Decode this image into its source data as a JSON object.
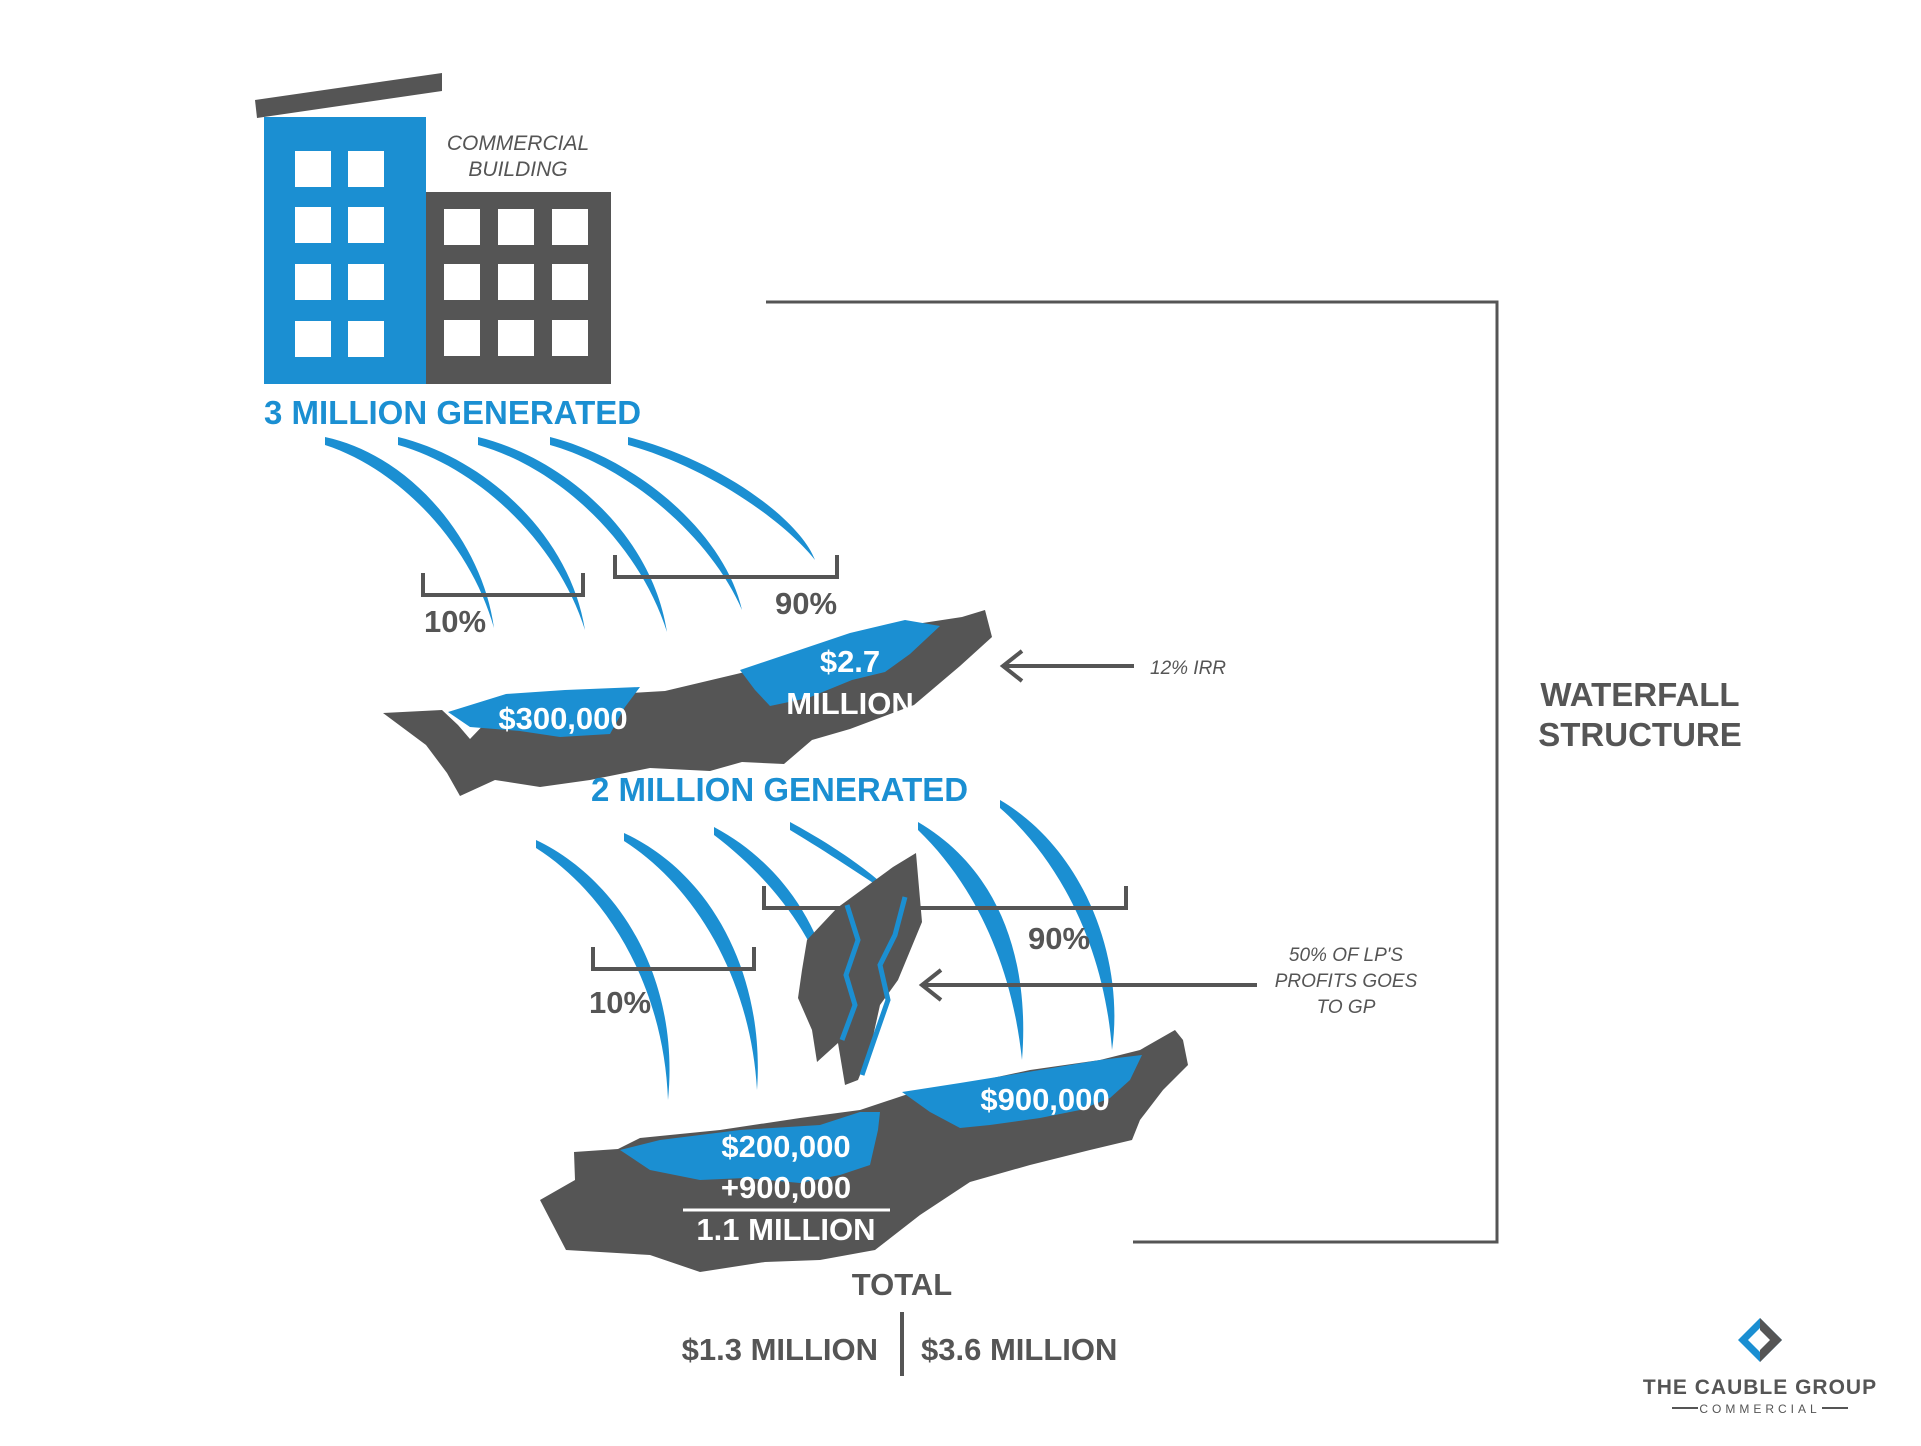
{
  "building": {
    "label_line1": "COMMERCIAL",
    "label_line2": "BUILDING"
  },
  "tier1": {
    "generated": "3 MILLION GENERATED",
    "split_left": "10%",
    "split_right": "90%",
    "pool_left": "$300,000",
    "pool_right_line1": "$2.7",
    "pool_right_line2": "MILLION",
    "hurdle_note": "12% IRR"
  },
  "tier2": {
    "generated": "2 MILLION GENERATED",
    "split_left": "10%",
    "split_right": "90%",
    "promote_note_line1": "50% OF LP'S",
    "promote_note_line2": "PROFITS GOES",
    "promote_note_line3": "TO GP",
    "pool_right": "$900,000",
    "pool_left_line1": "$200,000",
    "pool_left_line2": "+900,000",
    "pool_left_line3": "1.1 MILLION"
  },
  "structure_label_line1": "WATERFALL",
  "structure_label_line2": "STRUCTURE",
  "totals": {
    "heading": "TOTAL",
    "gp_total": "$1.3 MILLION",
    "lp_total": "$3.6 MILLION"
  },
  "brand": {
    "name": "THE CAUBLE GROUP",
    "sub": "COMMERCIAL"
  },
  "colors": {
    "blue": "#1b8fd2",
    "dark": "#555555",
    "text_dark": "#505050",
    "background": "#ffffff"
  }
}
